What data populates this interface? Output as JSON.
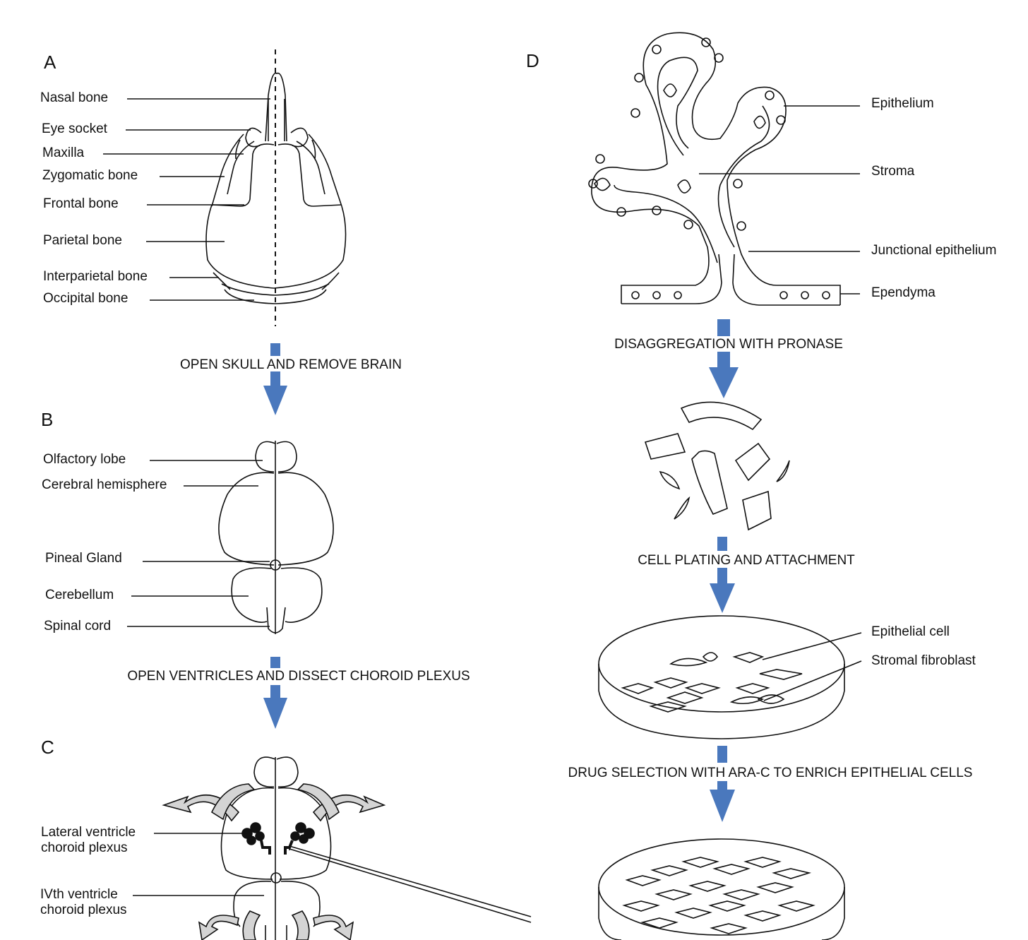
{
  "panels": {
    "a": "A",
    "b": "B",
    "c": "C",
    "d": "D"
  },
  "skull_labels": {
    "nasal": "Nasal bone",
    "eye": "Eye socket",
    "maxilla": "Maxilla",
    "zygomatic": "Zygomatic bone",
    "frontal": "Frontal bone",
    "parietal": "Parietal bone",
    "interparietal": "Interparietal bone",
    "occipital": "Occipital bone"
  },
  "brain_labels": {
    "olfactory": "Olfactory lobe",
    "cerebral": "Cerebral hemisphere",
    "pineal": "Pineal Gland",
    "cerebellum": "Cerebellum",
    "spinal": "Spinal cord"
  },
  "plexus_labels": {
    "lateral_1": "Lateral ventricle",
    "lateral_2": "choroid plexus",
    "fourth_1": "IVth ventricle",
    "fourth_2": "choroid plexus"
  },
  "tissue_labels": {
    "epithelium": "Epithelium",
    "stroma": "Stroma",
    "junctional": "Junctional epithelium",
    "ependyma": "Ependyma"
  },
  "dish_labels": {
    "epithelial_cell": "Epithelial cell",
    "stromal_fibroblast": "Stromal fibroblast"
  },
  "steps": {
    "s1": "OPEN SKULL AND REMOVE BRAIN",
    "s2": "OPEN VENTRICLES AND DISSECT CHOROID PLEXUS",
    "s3": "DISAGGREGATION WITH PRONASE",
    "s4": "CELL PLATING AND ATTACHMENT",
    "s5": "DRUG SELECTION WITH ARA-C TO ENRICH EPITHELIAL CELLS"
  },
  "colors": {
    "arrow": "#4a78bd",
    "line": "#111111",
    "fold_arrow": "#d4d4d4"
  }
}
